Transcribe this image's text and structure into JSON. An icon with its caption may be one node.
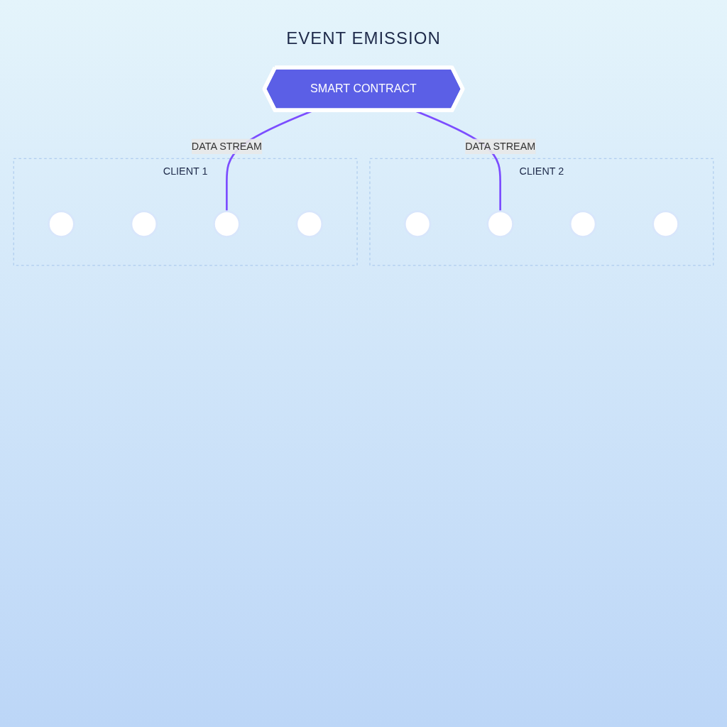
{
  "diagram": {
    "nodes": [
      {
        "text": [
          "SMART CONTRACT"
        ]
      },
      {
        "text": [
          "CLIENT 1"
        ]
      },
      {
        "text": [],
        "shape": "circle",
        "in": 1
      },
      {
        "text": [],
        "shape": "circle",
        "in": 1
      },
      {
        "text": [],
        "shape": "circle",
        "in": 1
      },
      {
        "text": [],
        "shape": "circle",
        "in": 1
      },
      {
        "text": [
          "CLIENT 2"
        ]
      },
      {
        "text": [],
        "shape": "circle",
        "in": 6
      },
      {
        "text": [],
        "shape": "circle",
        "in": 6
      },
      {
        "text": [],
        "shape": "circle",
        "in": 6
      },
      {
        "text": [],
        "shape": "circle",
        "in": 6
      }
    ],
    "edges": [
      {
        "from": 0,
        "to": 4,
        "arrow": "none",
        "label": "DATA STREAM"
      },
      {
        "from": 0,
        "to": 8,
        "arrow": "none",
        "label": "DATA STREAM"
      }
    ],
    "labels": [
      "EVENT EMISSION"
    ]
  }
}
